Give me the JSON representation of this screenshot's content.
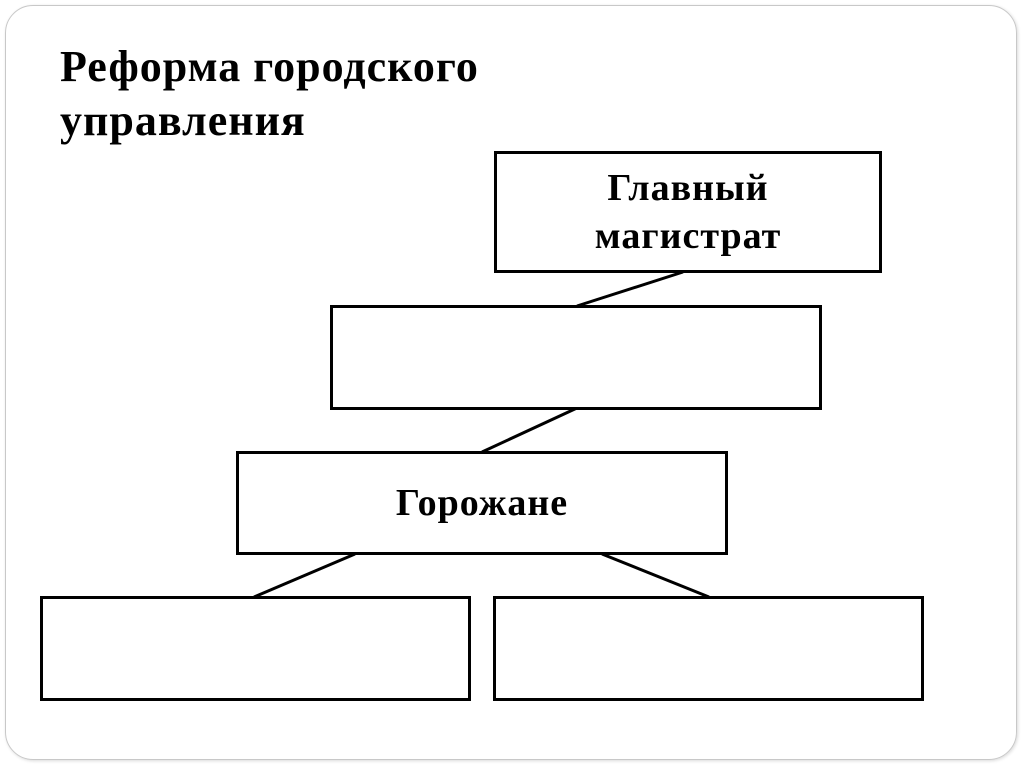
{
  "title": {
    "line1": "Реформа городского",
    "line2": "управления"
  },
  "diagram": {
    "main_magistrate": {
      "line1": "Главный",
      "line2": "магистрат"
    },
    "level2_box": "",
    "townspeople": "Горожане",
    "bottom_left_box": "",
    "bottom_right_box": ""
  }
}
